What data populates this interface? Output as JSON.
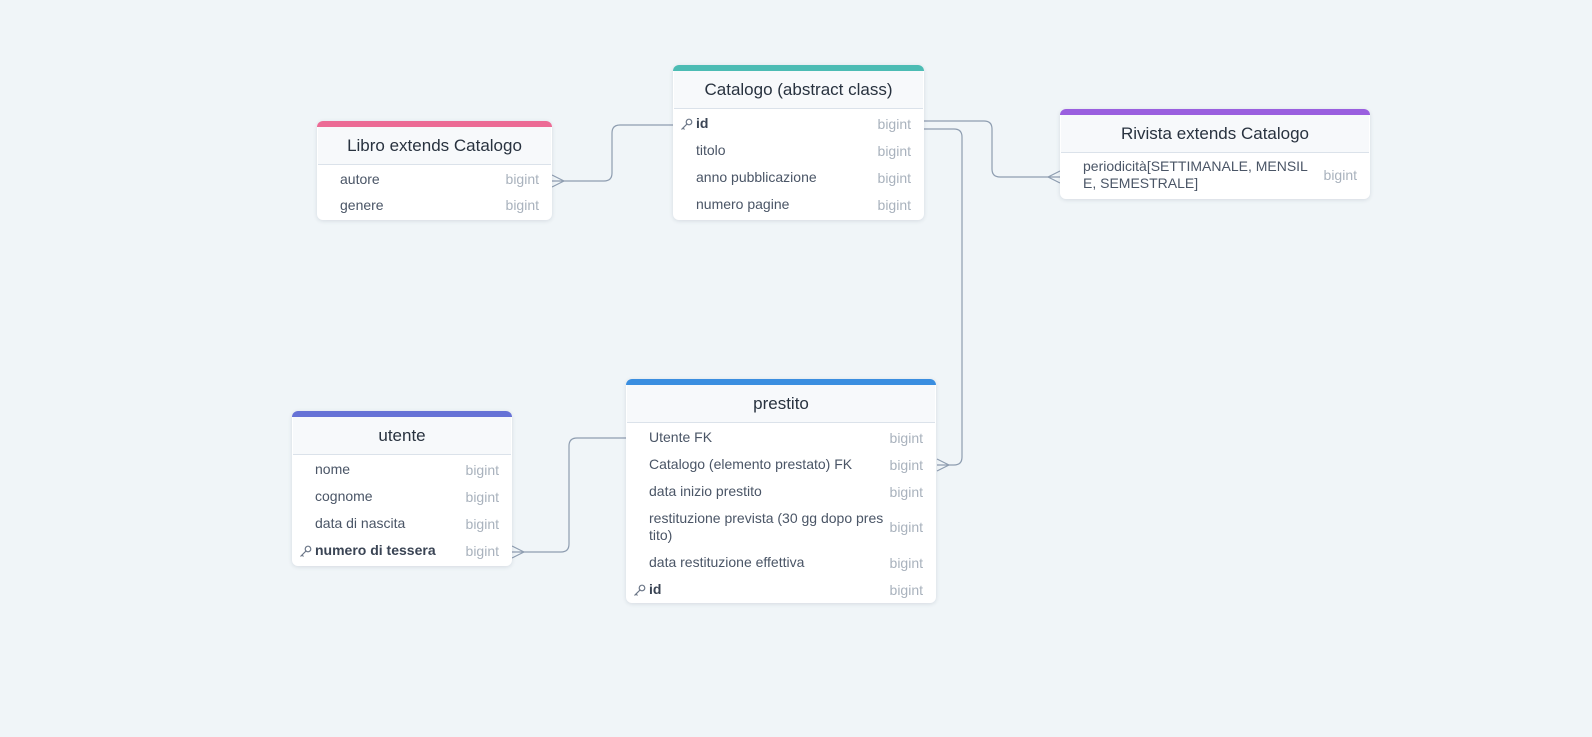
{
  "tables": [
    {
      "id": "libro",
      "title": "Libro extends Catalogo",
      "color": "#ec6b95",
      "rows": [
        {
          "name": "autore",
          "type": "bigint",
          "pk": false
        },
        {
          "name": "genere",
          "type": "bigint",
          "pk": false
        }
      ]
    },
    {
      "id": "catalogo",
      "title": "Catalogo (abstract class)",
      "color": "#4cbcb4",
      "rows": [
        {
          "name": "id",
          "type": "bigint",
          "pk": true
        },
        {
          "name": "titolo",
          "type": "bigint",
          "pk": false
        },
        {
          "name": "anno pubblicazione",
          "type": "bigint",
          "pk": false
        },
        {
          "name": "numero pagine",
          "type": "bigint",
          "pk": false
        }
      ]
    },
    {
      "id": "rivista",
      "title": "Rivista extends Catalogo",
      "color": "#9a5fdf",
      "rows": [
        {
          "name": "periodicità[SETTIMANALE, MENSILE, SEMESTRALE]",
          "type": "bigint",
          "pk": false
        }
      ]
    },
    {
      "id": "utente",
      "title": "utente",
      "color": "#6672d6",
      "rows": [
        {
          "name": "nome",
          "type": "bigint",
          "pk": false
        },
        {
          "name": "cognome",
          "type": "bigint",
          "pk": false
        },
        {
          "name": "data di nascita",
          "type": "bigint",
          "pk": false
        },
        {
          "name": "numero di tessera",
          "type": "bigint",
          "pk": true
        }
      ]
    },
    {
      "id": "prestito",
      "title": "prestito",
      "color": "#3a8ee0",
      "rows": [
        {
          "name": "Utente FK",
          "type": "bigint",
          "pk": false
        },
        {
          "name": "Catalogo (elemento prestato) FK",
          "type": "bigint",
          "pk": false
        },
        {
          "name": "data inizio prestito",
          "type": "bigint",
          "pk": false
        },
        {
          "name": "restituzione prevista (30 gg dopo prestito)",
          "type": "bigint",
          "pk": false
        },
        {
          "name": "data restituzione effettiva",
          "type": "bigint",
          "pk": false
        },
        {
          "name": "id",
          "type": "bigint",
          "pk": true
        }
      ]
    }
  ],
  "relationships": [
    {
      "from": "catalogo.id",
      "to": "libro.autore",
      "cardinality": "one-to-many"
    },
    {
      "from": "catalogo.id",
      "to": "rivista.periodicità",
      "cardinality": "one-to-many"
    },
    {
      "from": "catalogo.id",
      "to": "prestito.Catalogo (elemento prestato) FK",
      "cardinality": "one-to-many"
    },
    {
      "from": "prestito.Utente FK",
      "to": "utente.numero di tessera",
      "cardinality": "one-to-many"
    }
  ],
  "colors": {
    "background": "#f0f5f8",
    "connector": "#8e9db0"
  }
}
